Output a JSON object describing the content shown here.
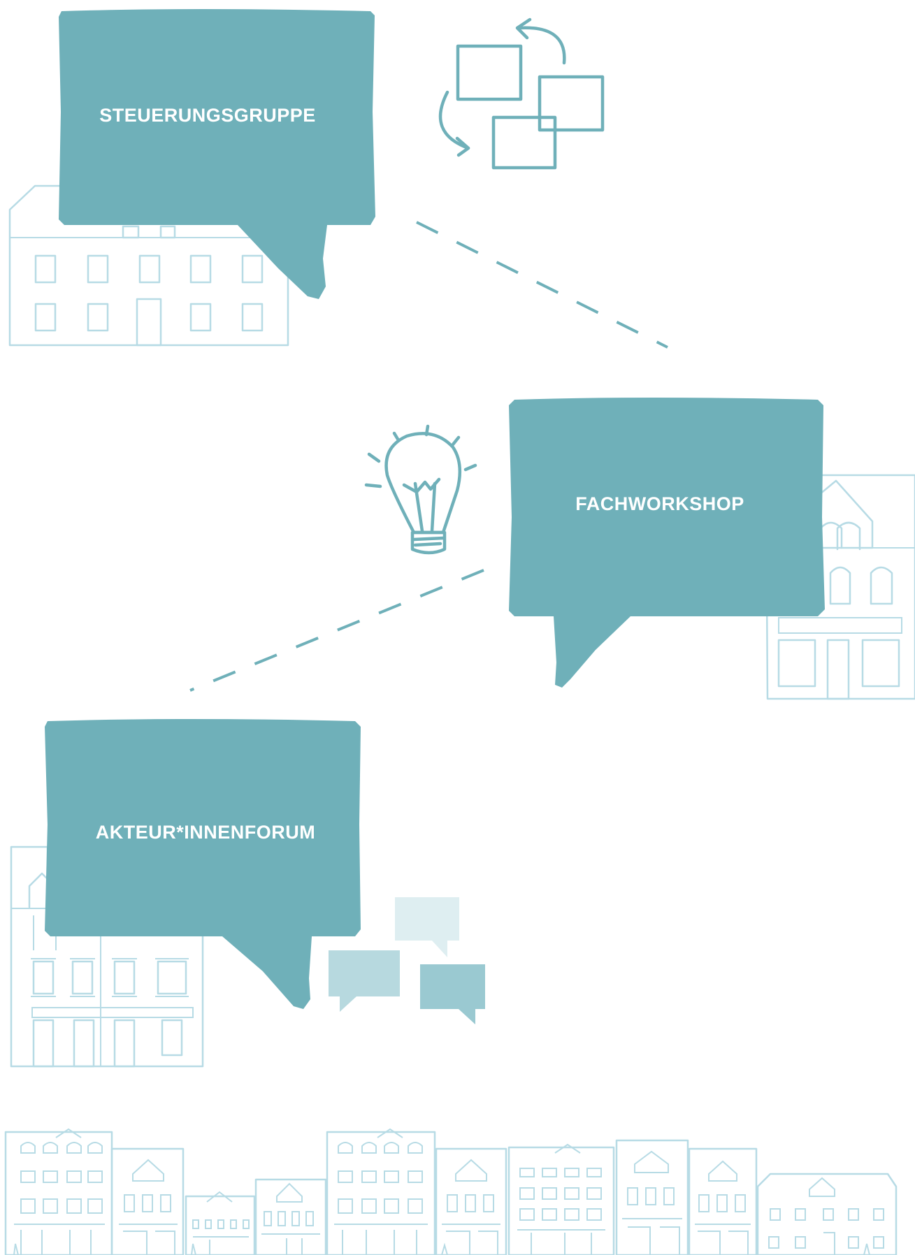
{
  "colors": {
    "bubble": "#6fb0b9",
    "bubble_text": "#ffffff",
    "building_line": "#b7dbe5",
    "icon_line": "#6fb0b9",
    "chat_light": "#deeef1",
    "chat_mid": "#b7d9df",
    "chat_dark": "#9ac9d1",
    "background": "#ffffff"
  },
  "bubbles": [
    {
      "label": "STEUERUNGSGRUPPE"
    },
    {
      "label": "FACHWORKSHOP"
    },
    {
      "label": "AKTEUR*INNENFORUM"
    }
  ],
  "icons": {
    "top": "rearrange-squares-icon",
    "middle": "lightbulb-icon",
    "bottom": "chat-bubbles-icon"
  }
}
